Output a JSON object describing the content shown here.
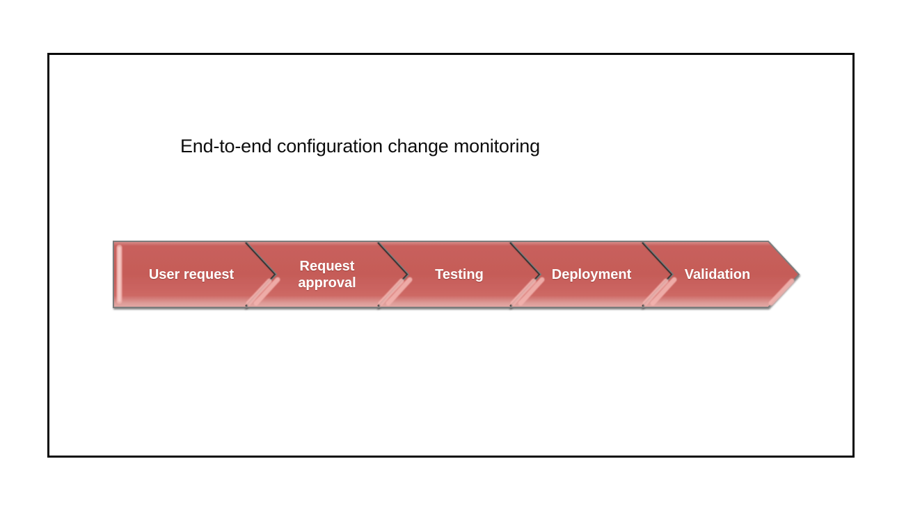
{
  "title": "End-to-end configuration change monitoring",
  "diagram": {
    "kind": "process-flow-chevrons",
    "direction": "left-to-right",
    "steps": [
      {
        "label": "User request"
      },
      {
        "label": "Request approval"
      },
      {
        "label": "Testing"
      },
      {
        "label": "Deployment"
      },
      {
        "label": "Validation"
      }
    ],
    "colors": {
      "chevron_fill": "#C65D59",
      "chevron_fill_top_rim": "#D89290",
      "chevron_fill_bottom_rim": "#E5ABA7",
      "chevron_outline": "#7C7C7C",
      "junction_line": "#2F2F2F",
      "gloss_highlight": "#F2B4B0",
      "label_text": "#FFFFFF",
      "frame_border": "#000000",
      "background": "#FFFFFF"
    }
  }
}
